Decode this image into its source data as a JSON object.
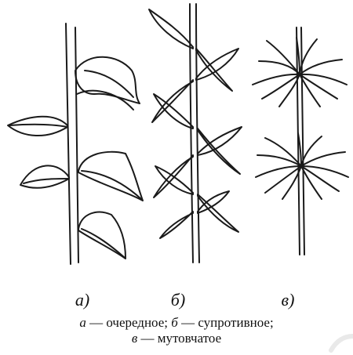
{
  "figure": {
    "panels": [
      {
        "label": "а)",
        "arrangement": "alternate"
      },
      {
        "label": "б)",
        "arrangement": "opposite"
      },
      {
        "label": "в)",
        "arrangement": "whorled"
      }
    ]
  },
  "caption": {
    "line1": [
      {
        "letter": "а",
        "text": " — очередное; "
      },
      {
        "letter": "б",
        "text": " — супротивное;"
      }
    ],
    "line2": [
      {
        "letter": "в",
        "text": " — мутовчатое"
      }
    ]
  }
}
